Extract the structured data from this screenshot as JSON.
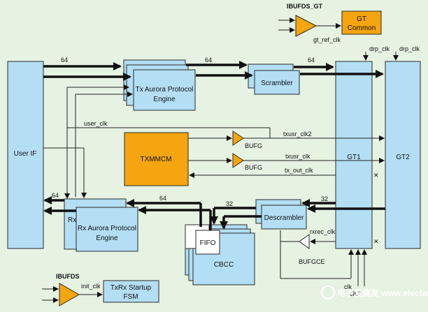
{
  "blocks": {
    "user_if": "User IF",
    "tx_engine": [
      "Tx Aurora Protocol",
      "Engine"
    ],
    "scrambler": "Scrambler",
    "txmmcm": "TXMMCM",
    "gt1": "GT1",
    "gt2": "GT2",
    "rx_short": "Rx",
    "rx_engine": [
      "Rx Aurora Protocol",
      "Engine"
    ],
    "fifo": "FIFO",
    "cbcc": "CBCC",
    "descrambler": "Descrambler",
    "gt_common": [
      "GT",
      "Common"
    ],
    "startup_fsm": [
      "TxRx Startup",
      "FSM"
    ]
  },
  "buffers": {
    "ibufds_gt": "IBUFDS_GT",
    "ibufds": "IBUFDS",
    "bufg1": "BUFG",
    "bufg2": "BUFG",
    "bufgce": "BUFGCE"
  },
  "signals": {
    "gt_ref_clk": "gt_ref_clk",
    "drp_clk_1": "drp_clk",
    "drp_clk_2": "drp_clk",
    "user_clk": "user_clk",
    "txusr_clk2": "txusr_clk2",
    "txusr_clk": "txusr_clk",
    "tx_out_clk": "tx_out_clk",
    "rxrec_clk": "rxrec_clk",
    "init_clk": "init_clk",
    "bus_64_tx_in": "64",
    "bus_64_tx_mid": "64",
    "bus_64_tx_out": "64",
    "bus_64_rx_out": "64",
    "bus_64_rx_in": "64",
    "bus_32_cbcc": "32",
    "bus_32_gt": "32",
    "bottom_clk_a": "clk",
    "bottom_clk_b": "clk2"
  },
  "watermark": "电子发烧友 www.elecfans.com",
  "colors": {
    "block_fill": "#b3def4",
    "clock_fill": "#f5a50f",
    "background": "#e6f2e2"
  }
}
